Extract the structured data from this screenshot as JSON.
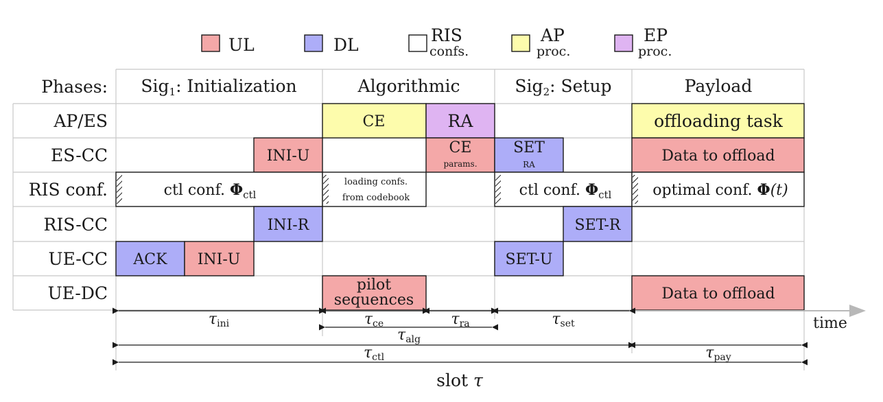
{
  "colors": {
    "ul": "#f4a8a8",
    "dl": "#adadf8",
    "ris": "#ffffff",
    "ap": "#fdfcac",
    "ep": "#dfb4f2",
    "grid": "#c8c8c8",
    "ink": "#1a1a1a",
    "arrow_gray": "#b8b8b8"
  },
  "legend": [
    {
      "key": "ul",
      "main": "UL",
      "sub": ""
    },
    {
      "key": "dl",
      "main": "DL",
      "sub": ""
    },
    {
      "key": "ris",
      "main": "RIS",
      "sub": "confs."
    },
    {
      "key": "ap",
      "main": "AP",
      "sub": "proc."
    },
    {
      "key": "ep",
      "main": "EP",
      "sub": "proc."
    }
  ],
  "phases_label": "Phases:",
  "phases": [
    {
      "main": "Sig",
      "sub": "1",
      "rest": ": Initialization"
    },
    {
      "main": "Algorithmic",
      "sub": "",
      "rest": ""
    },
    {
      "main": "Sig",
      "sub": "2",
      "rest": ": Setup"
    },
    {
      "main": "Payload",
      "sub": "",
      "rest": ""
    }
  ],
  "rows": [
    "AP/ES",
    "ES-CC",
    "RIS conf.",
    "RIS-CC",
    "UE-CC",
    "UE-DC"
  ],
  "blocks": {
    "ap_ce": "CE",
    "ap_ra": "RA",
    "ap_offload": "offloading task",
    "escc_iniu": "INI-U",
    "escc_ce": "CE",
    "escc_ce_sub": "params.",
    "escc_set": "SET",
    "escc_set_sub": "RA",
    "escc_data": "Data to offload",
    "ris_ctl1_text": "ctl conf. ",
    "ris_ctl1_sym": "Φ",
    "ris_ctl1_sub": "ctl",
    "ris_load_line1": "loading confs.",
    "ris_load_line2": "from codebook",
    "ris_ctl2_text": "ctl conf. ",
    "ris_ctl2_sym": "Φ",
    "ris_ctl2_sub": "ctl",
    "ris_opt_text": "optimal conf. ",
    "ris_opt_sym": "Φ",
    "ris_opt_arg": "(t)",
    "riscc_inir": "INI-R",
    "riscc_setr": "SET-R",
    "uecc_ack": "ACK",
    "uecc_iniu": "INI-U",
    "uecc_setu": "SET-U",
    "uedc_pilot_line1": "pilot",
    "uedc_pilot_line2": "sequences",
    "uedc_data": "Data to offload"
  },
  "durations": {
    "ini": {
      "sym": "τ",
      "sub": "ini"
    },
    "ce": {
      "sym": "τ",
      "sub": "ce"
    },
    "ra": {
      "sym": "τ",
      "sub": "ra"
    },
    "set": {
      "sym": "τ",
      "sub": "set"
    },
    "alg": {
      "sym": "τ",
      "sub": "alg"
    },
    "ctl": {
      "sym": "τ",
      "sub": "ctl"
    },
    "pay": {
      "sym": "τ",
      "sub": "pay"
    }
  },
  "time_label": "time",
  "slot_label": "slot ",
  "slot_sym": "τ"
}
